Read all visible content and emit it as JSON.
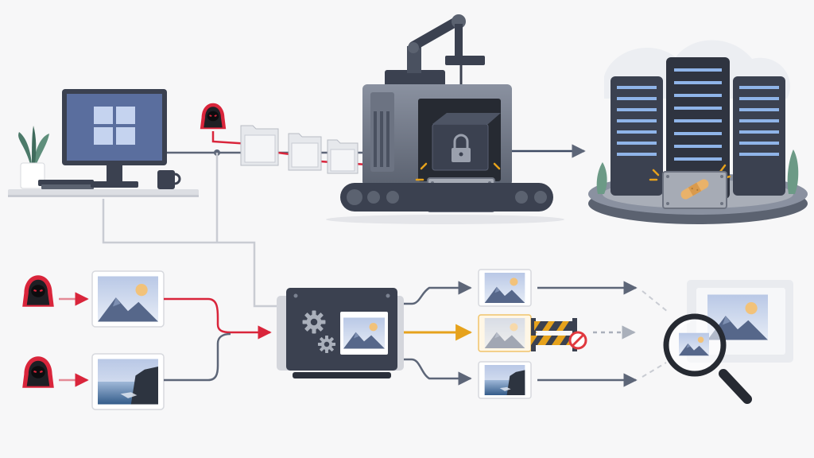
{
  "diagram": {
    "kind": "illustrated-flow",
    "colors": {
      "background": "#f7f7f8",
      "attack_red": "#d9253b",
      "flow_gray": "#5d6678",
      "blocked_orange": "#e6a21c",
      "machine_dark": "#3b4150",
      "patch_tan": "#e9b26a",
      "block_sign_red": "#e0383e"
    },
    "top_row": {
      "workstation": {
        "icon": "windows-logo-icon",
        "has_plant": true,
        "has_mug": true
      },
      "attacker_icon": "hooded-attacker-icon",
      "file_packets": 3,
      "machine": {
        "icon": "robotic-arm-icon",
        "locked_box_icon": "padlock-icon",
        "patch_icon": "bandage-icon"
      },
      "datacenter": {
        "server_count": 3,
        "patch_icon": "bandage-icon"
      }
    },
    "bottom_row": {
      "attackers": 2,
      "inputs": [
        {
          "image_icon": "mountain-image-icon"
        },
        {
          "image_icon": "coast-photo-icon"
        }
      ],
      "processor": {
        "icons": [
          "gear-icon",
          "gear-icon",
          "mountain-image-icon"
        ]
      },
      "outputs": [
        {
          "image_icon": "mountain-image-icon",
          "status": "passed"
        },
        {
          "image_icon": "mountain-image-icon",
          "status": "blocked",
          "block_icon": "barrier-icon"
        },
        {
          "image_icon": "coast-photo-icon",
          "status": "passed"
        }
      ],
      "inspector": {
        "icon": "magnifier-icon",
        "image_icon": "mountain-image-icon"
      }
    }
  }
}
